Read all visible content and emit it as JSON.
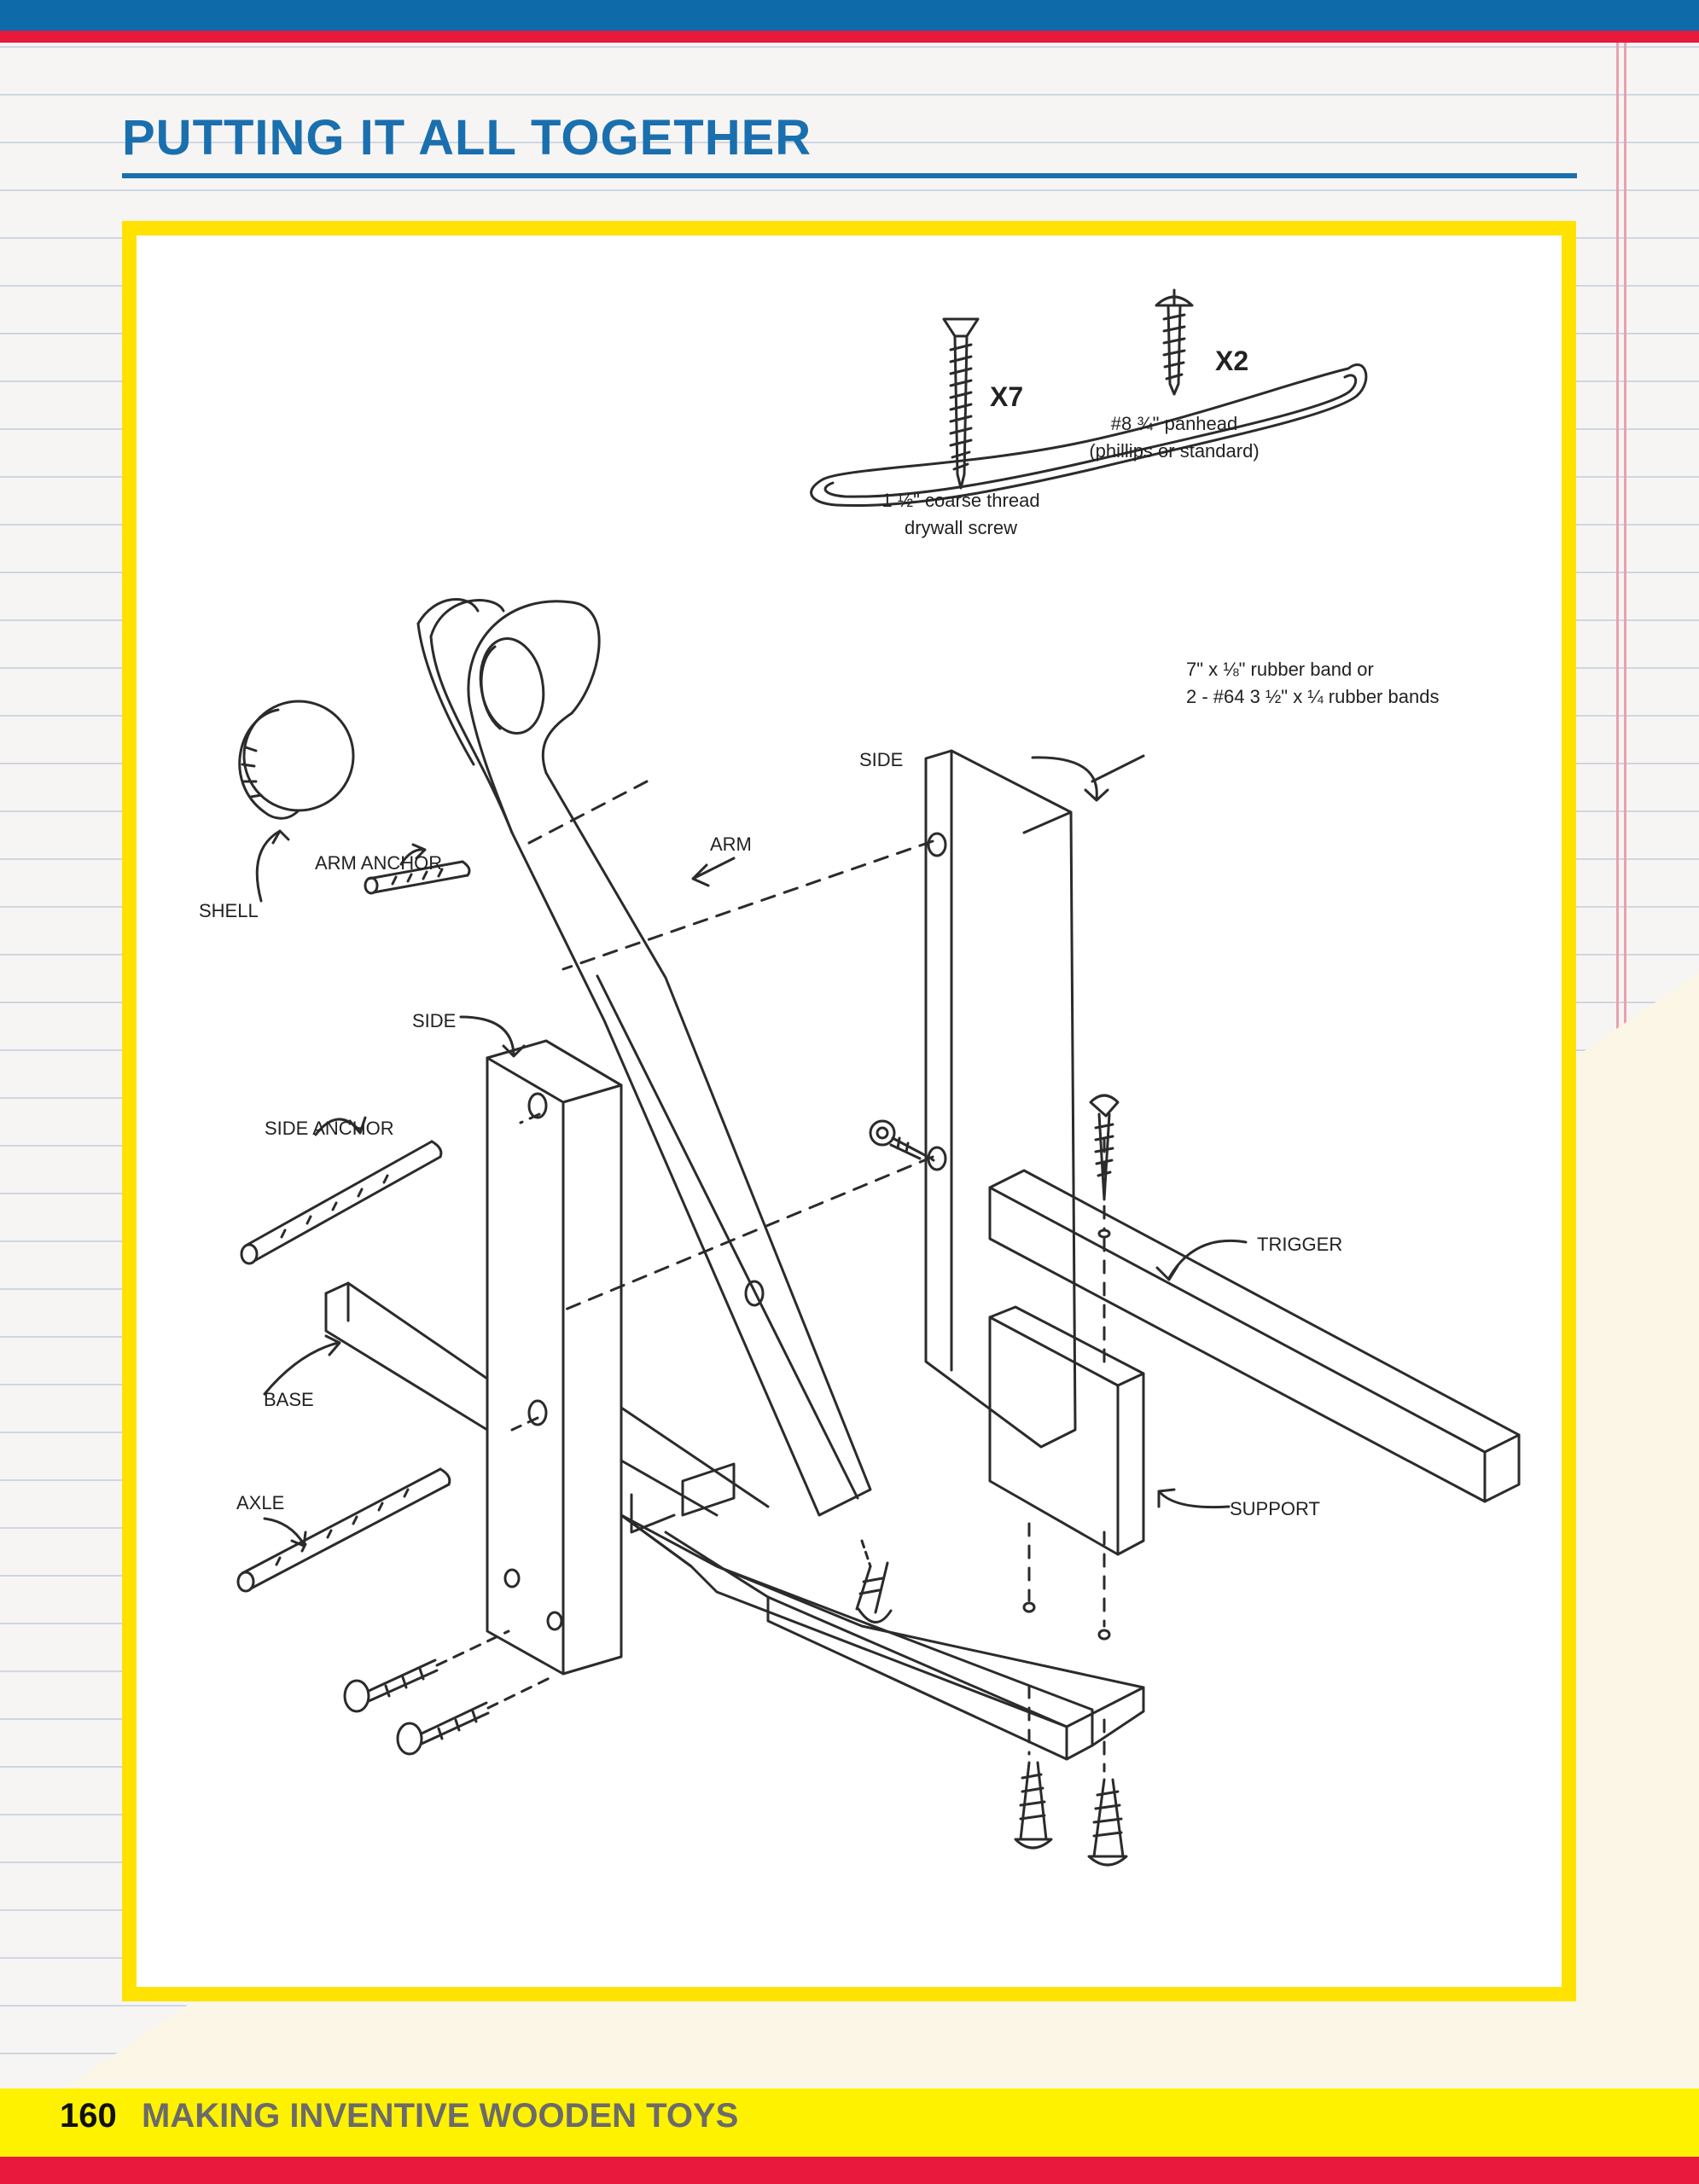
{
  "page": {
    "section_title": "PUTTING IT ALL TOGETHER",
    "page_number": "160",
    "book_title": "MAKING INVENTIVE WOODEN TOYS"
  },
  "hardware": {
    "drywall_screw": {
      "qty": "X7",
      "line1": "1 ½\" coarse thread",
      "line2": "drywall screw"
    },
    "panhead_screw": {
      "qty": "X2",
      "line1": "#8 ¾\" panhead",
      "line2": "(phillips or standard)"
    },
    "rubber_band": {
      "line1": "7\" x ⅛\" rubber band or",
      "line2": "2 - #64 3 ½\" x ¼ rubber bands"
    }
  },
  "parts": {
    "shell": "SHELL",
    "arm_anchor": "ARM ANCHOR",
    "arm": "ARM",
    "side_right": "SIDE",
    "side_left": "SIDE",
    "side_anchor": "SIDE ANCHOR",
    "base": "BASE",
    "axle": "AXLE",
    "trigger": "TRIGGER",
    "support": "SUPPORT"
  },
  "colors": {
    "accent_blue": "#1a6fae",
    "frame_yellow": "#ffe200",
    "band_red": "#e8193c"
  }
}
